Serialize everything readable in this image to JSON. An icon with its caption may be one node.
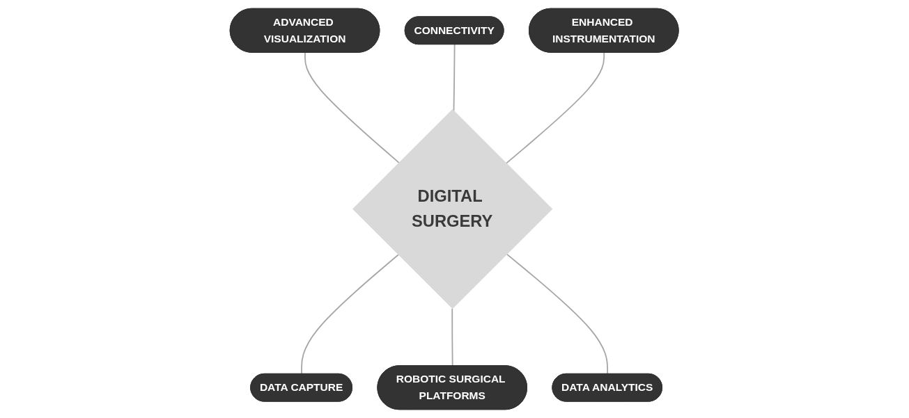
{
  "diagram": {
    "nodes": [
      {
        "text": [
          "ADVANCED VISUALIZATION"
        ]
      },
      {
        "text": [
          "CONNECTIVITY"
        ]
      },
      {
        "text": [
          "ENHANCED INSTRUMENTATION"
        ]
      },
      {
        "text": [
          "DIGITAL SURGERY"
        ]
      },
      {
        "text": [
          "DATA CAPTURE"
        ]
      },
      {
        "text": [
          "ROBOTIC SURGICAL PLATFORMS"
        ]
      },
      {
        "text": [
          "DATA ANALYTICS"
        ]
      }
    ],
    "edges": [
      {
        "from": 0,
        "to": 3,
        "arrow": "none"
      },
      {
        "from": 1,
        "to": 3,
        "arrow": "none"
      },
      {
        "from": 2,
        "to": 3,
        "arrow": "none"
      },
      {
        "from": 3,
        "to": 4,
        "arrow": "none"
      },
      {
        "from": 3,
        "to": 5,
        "arrow": "none"
      },
      {
        "from": 3,
        "to": 6,
        "arrow": "none"
      }
    ]
  }
}
